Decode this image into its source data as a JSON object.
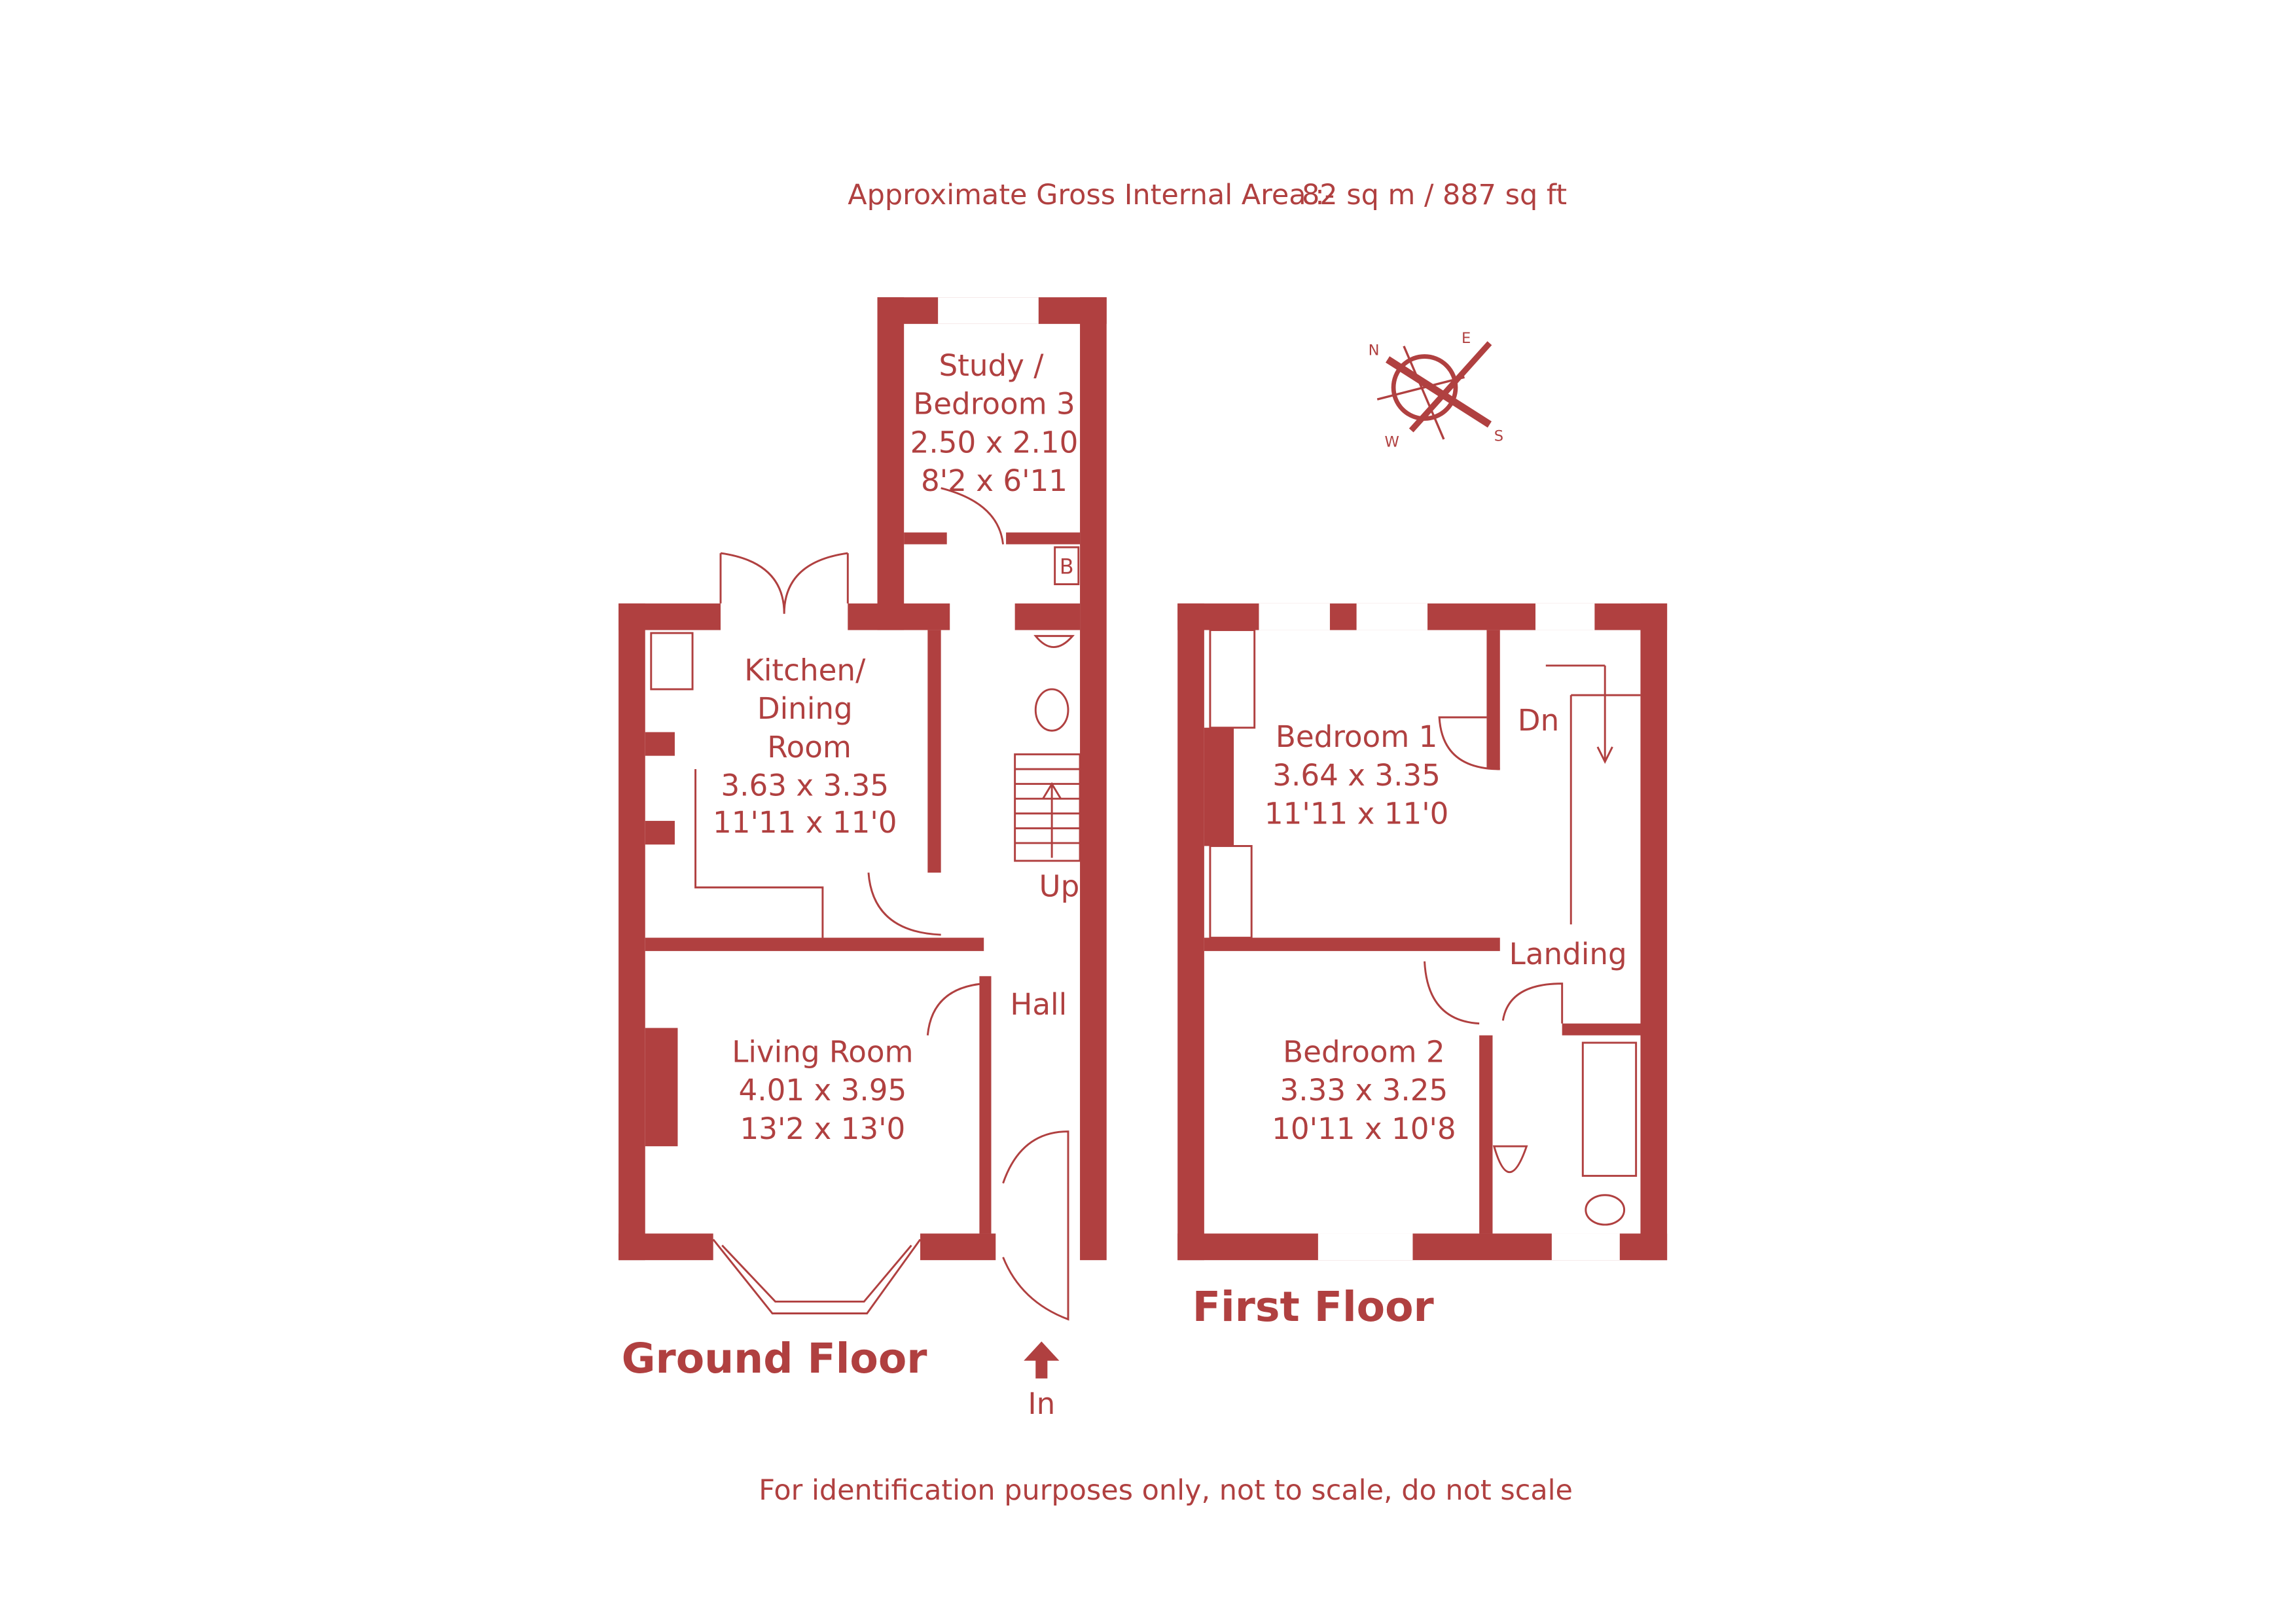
{
  "header": {
    "area_label": "Approximate Gross Internal Area  :-",
    "area_value": "82 sq m /  887 sq ft"
  },
  "footer": {
    "disclaimer": "For identification purposes only, not to scale, do not scale"
  },
  "compass": {
    "n": "N",
    "e": "E",
    "s": "S",
    "w": "W"
  },
  "brand_color": "#b04040",
  "ground_floor": {
    "title": "Ground Floor",
    "entrance": "In",
    "rooms": [
      {
        "name": "Study /",
        "name2": "Bedroom 3",
        "metric": "2.50 x 2.10",
        "imperial": "8'2 x 6'11"
      },
      {
        "name": "Kitchen/",
        "name2": "Dining",
        "name3": "Room",
        "metric": "3.63 x 3.35",
        "imperial": "11'11 x 11'0"
      },
      {
        "name": "Living Room",
        "metric": "4.01 x 3.95",
        "imperial": "13'2 x 13'0"
      },
      {
        "name": "Hall"
      }
    ],
    "stairs": "Up",
    "boiler": "B"
  },
  "first_floor": {
    "title": "First Floor",
    "rooms": [
      {
        "name": "Bedroom 1",
        "metric": "3.64 x 3.35",
        "imperial": "11'11 x 11'0"
      },
      {
        "name": "Bedroom 2",
        "metric": "3.33 x 3.25",
        "imperial": "10'11 x 10'8"
      },
      {
        "name": "Landing"
      }
    ],
    "stairs": "Dn"
  }
}
